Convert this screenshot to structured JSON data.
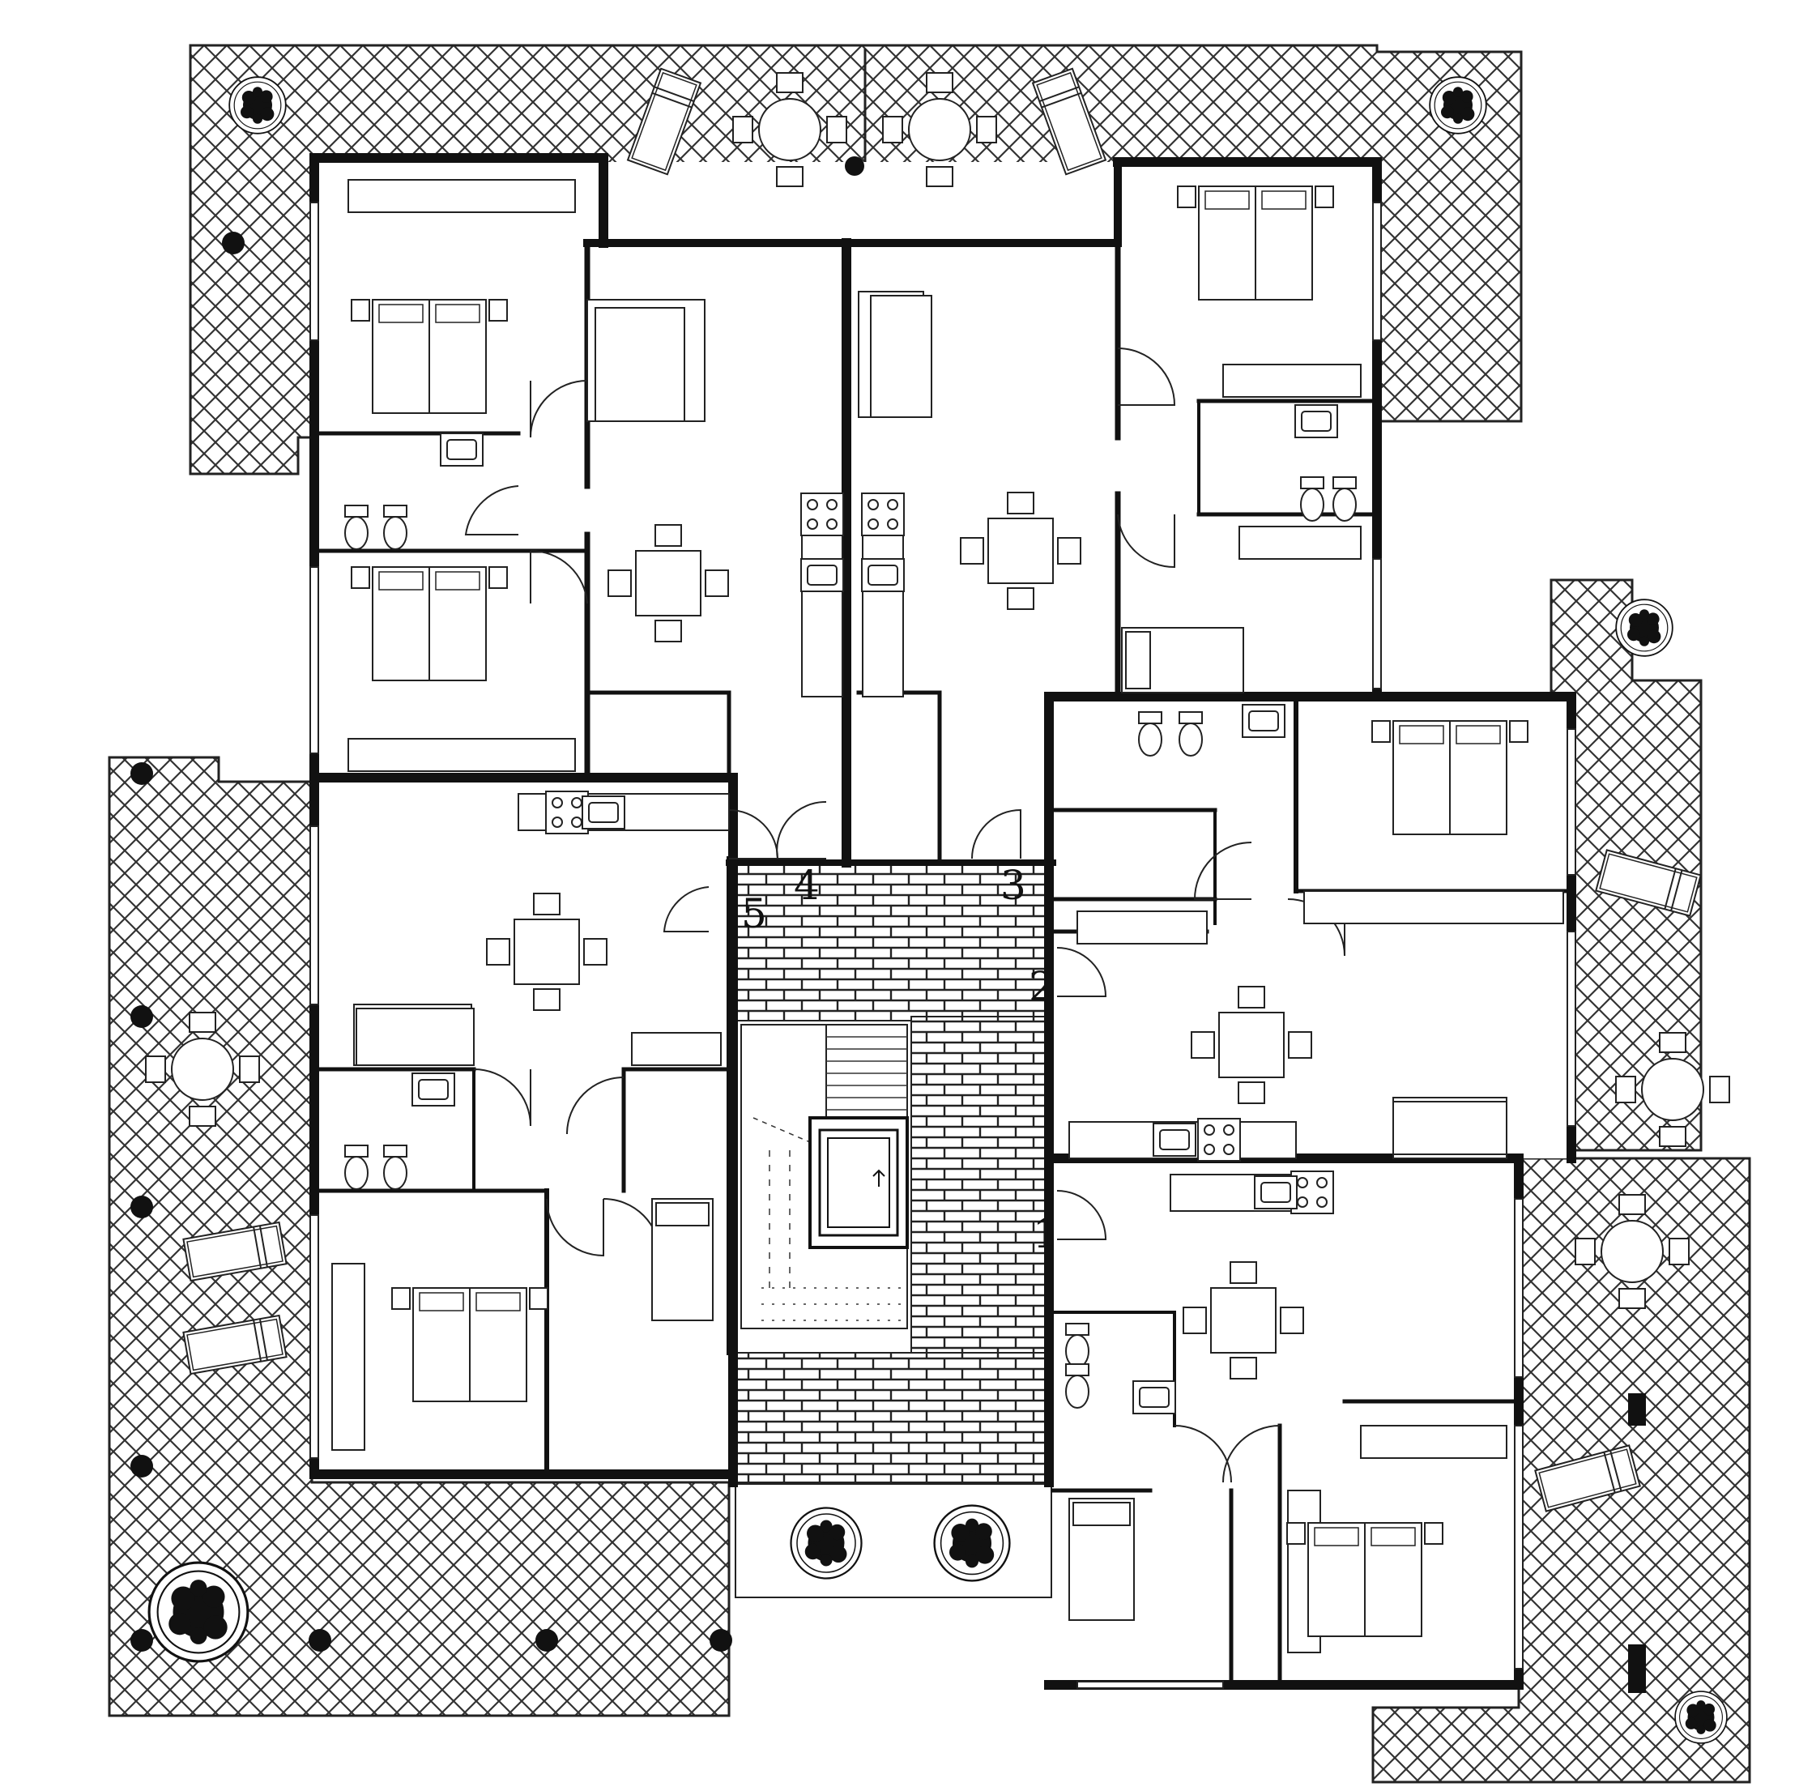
{
  "plan": {
    "apartment_labels": [
      "5",
      "4",
      "3",
      "2",
      "1"
    ]
  },
  "colors": {
    "wall": "#111111",
    "line": "#222222",
    "terrace_hatch": "#333333",
    "background": "#ffffff"
  },
  "icons": {
    "tree": "tree-icon",
    "sun_lounger": "sun-lounger-icon",
    "dining_table": "dining-table-icon",
    "double_bed": "double-bed-icon",
    "single_bed": "single-bed-icon",
    "stove": "stove-icon",
    "sink": "sink-icon",
    "toilet": "toilet-icon",
    "elevator": "elevator-icon",
    "stairs": "stairs-icon"
  }
}
